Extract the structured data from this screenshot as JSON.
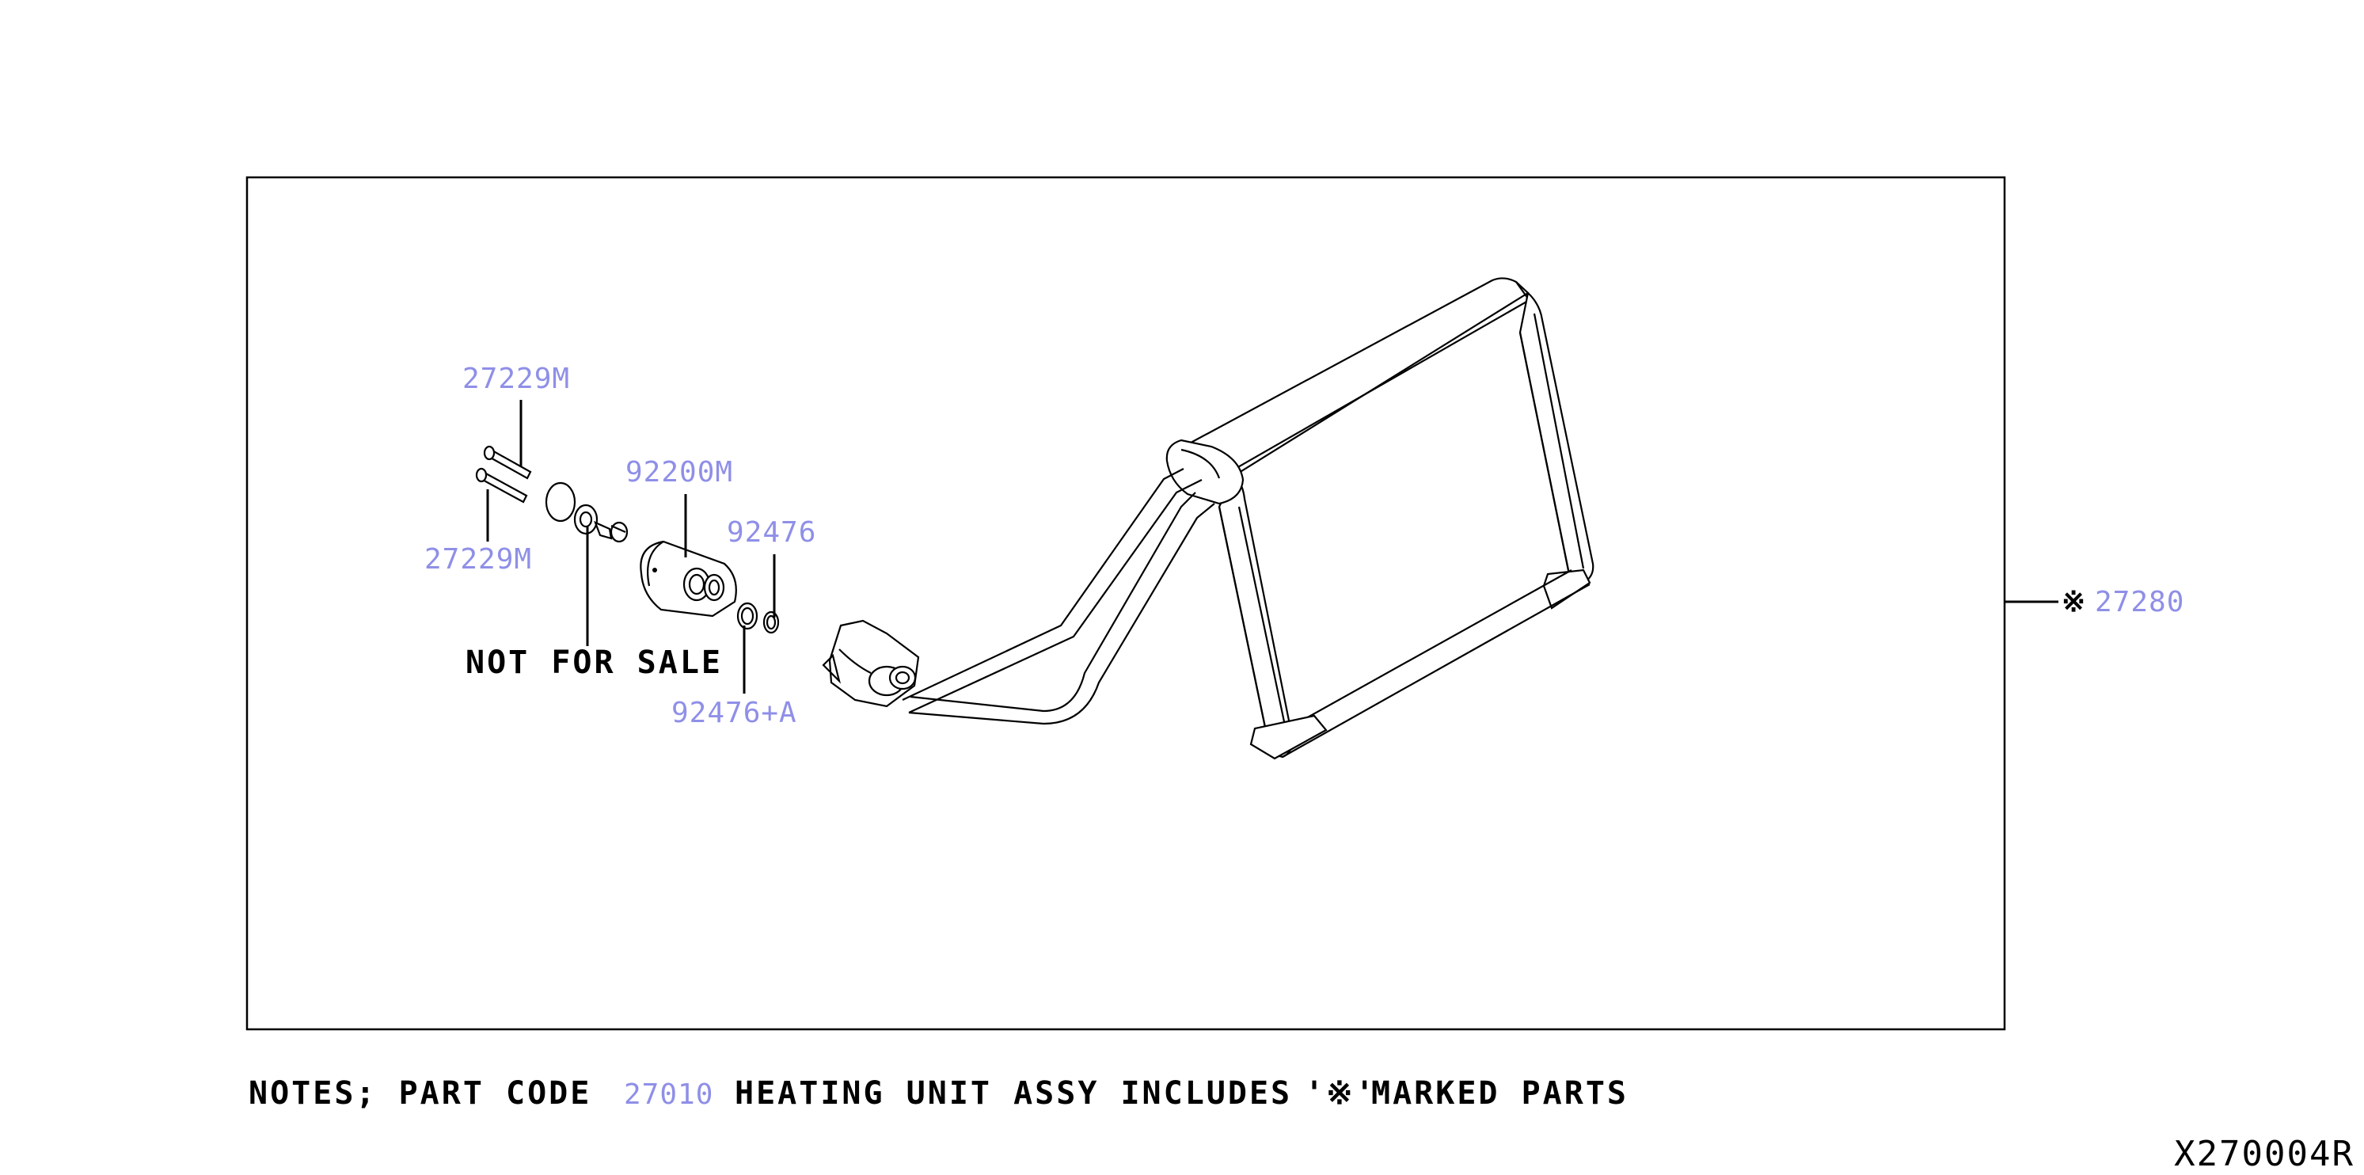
{
  "diagram": {
    "drawing_code": "X270004R",
    "callouts": {
      "bolt_upper": "27229M",
      "bolt_lower": "27229M",
      "expansion_valve": "92200M",
      "o_ring_small": "92476",
      "o_ring_large": "92476+A",
      "evaporator": "27280",
      "evaporator_mark": "※"
    },
    "not_for_sale": "NOT FOR SALE",
    "notes": {
      "prefix": "NOTES; PART CODE",
      "part_code": "27010",
      "text": "HEATING UNIT ASSY INCLUDES",
      "mark": "'※'",
      "suffix": "MARKED PARTS"
    }
  }
}
